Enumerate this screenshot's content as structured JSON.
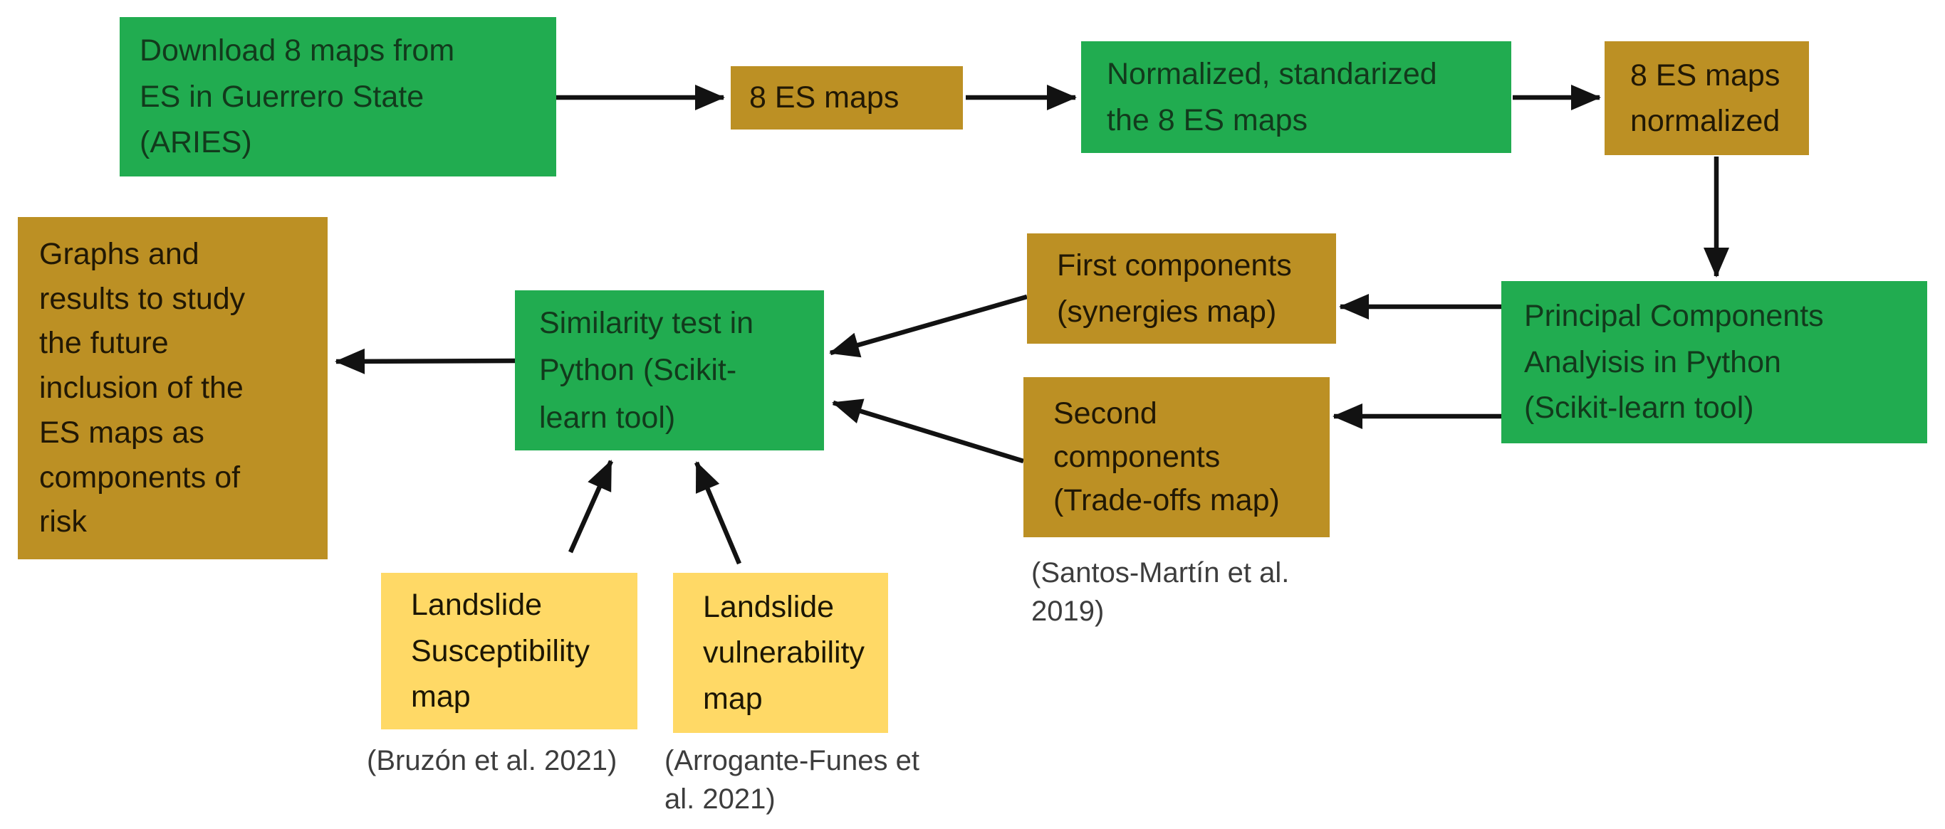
{
  "diagram": {
    "colors": {
      "green": "#21ac50",
      "gold": "#bc9024",
      "lightyellow": "#ffd966",
      "arrow": "#121212",
      "captiontext": "#3d3d3d"
    },
    "nodes": {
      "download": {
        "label": "Download 8 maps from\nES in Guerrero State\n(ARIES)"
      },
      "es_maps": {
        "label": "8 ES maps"
      },
      "normalize": {
        "label": "Normalized, standarized\nthe 8 ES maps"
      },
      "es_maps_normalized": {
        "label": "8 ES maps\nnormalized"
      },
      "pca": {
        "label": "Principal Components\nAnalyisis in Python\n(Scikit-learn tool)"
      },
      "first_components": {
        "label": "First components\n(synergies map)"
      },
      "second_components": {
        "label": "Second\ncomponents\n(Trade-offs map)"
      },
      "similarity": {
        "label": "Similarity test in\nPython (Scikit-\nlearn tool)"
      },
      "graphs": {
        "label": "Graphs and\nresults to study\nthe future\ninclusion of the\nES maps as\ncomponents of\nrisk"
      },
      "susceptibility": {
        "label": "Landslide\nSusceptibility\nmap"
      },
      "vulnerability": {
        "label": "Landslide\nvulnerability\nmap"
      }
    },
    "captions": {
      "bruzon": "(Bruzón et al. 2021)",
      "arrogante": "(Arrogante-Funes et\nal. 2021)",
      "santos": "(Santos-Martín et al.\n2019)"
    }
  }
}
